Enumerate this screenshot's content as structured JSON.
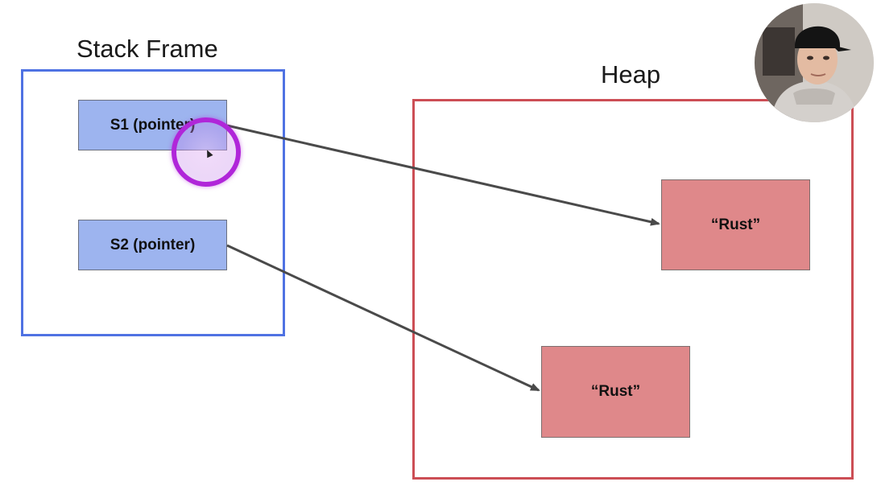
{
  "stack": {
    "title": "Stack Frame",
    "pointers": [
      {
        "label": "S1 (pointer)"
      },
      {
        "label": "S2 (pointer)"
      }
    ]
  },
  "heap": {
    "title": "Heap",
    "values": [
      {
        "label": "“Rust”"
      },
      {
        "label": "“Rust”"
      }
    ]
  },
  "arrows": [
    {
      "from": "S1 (pointer)",
      "to": "heap value 1"
    },
    {
      "from": "S2 (pointer)",
      "to": "heap value 2"
    }
  ],
  "colors": {
    "stack_border": "#4f72e3",
    "stack_fill": "#9db4ef",
    "heap_border": "#cc4e55",
    "heap_fill": "#df888a",
    "arrow": "#4a4a4a",
    "cursor_highlight": "#b026d9"
  },
  "overlay": {
    "cursor_highlight_icon": "circle-highlight-icon",
    "pointer_icon": "mouse-pointer-icon",
    "webcam": "presenter-webcam-bubble"
  }
}
